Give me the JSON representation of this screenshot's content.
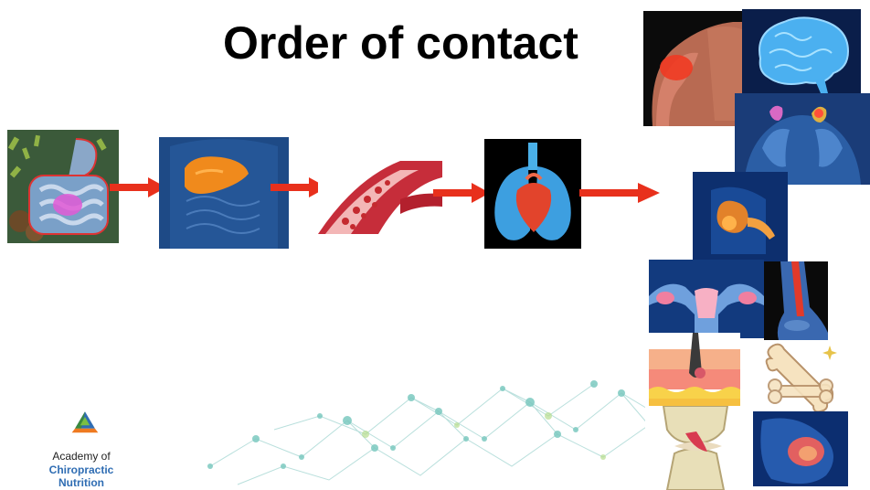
{
  "title": "Order of contact",
  "logo": {
    "line1": "Academy of",
    "line2": "Chiropractic Nutrition"
  },
  "colors": {
    "arrow": "#e8301c",
    "organ_bg": "#1f4a8a",
    "logo_blue": "#2f6db3"
  },
  "flow_icons": [
    "intestines-image",
    "liver-image",
    "blood-vessel-image",
    "heart-lungs-image"
  ],
  "target_icons": [
    "shoulder-muscle-image",
    "brain-image",
    "thyroid-image",
    "prostate-image",
    "uterus-image",
    "ankle-tendon-image",
    "skin-image",
    "bone-icon",
    "knee-joint-image",
    "hip-joint-image"
  ]
}
